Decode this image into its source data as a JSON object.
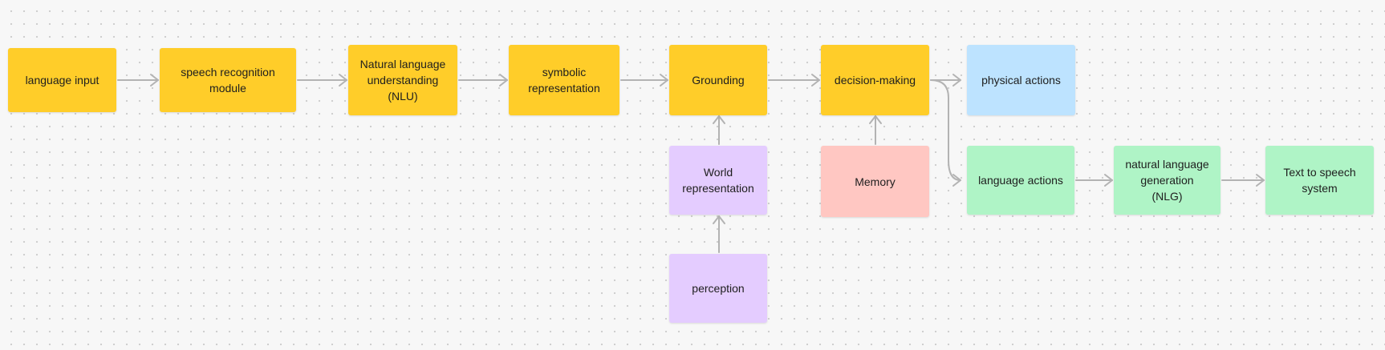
{
  "colors": {
    "yellow": "#ffcd29",
    "purple": "#e4ccff",
    "pink": "#ffc7c2",
    "blue": "#bde3ff",
    "green": "#aff4c6",
    "connector": "#b3b3b3"
  },
  "nodes": {
    "language_input": {
      "label": "language input",
      "color": "yellow"
    },
    "speech_recognition": {
      "label": "speech recognition\nmodule",
      "color": "yellow"
    },
    "nlu": {
      "label": "Natural language\nunderstanding\n(NLU)",
      "color": "yellow"
    },
    "symbolic": {
      "label": "symbolic\nrepresentation",
      "color": "yellow"
    },
    "grounding": {
      "label": "Grounding",
      "color": "yellow"
    },
    "decision": {
      "label": "decision-making",
      "color": "yellow"
    },
    "physical": {
      "label": "physical actions",
      "color": "blue"
    },
    "world": {
      "label": "World\nrepresentation",
      "color": "purple"
    },
    "perception": {
      "label": "perception",
      "color": "purple"
    },
    "memory": {
      "label": "Memory",
      "color": "pink"
    },
    "language_actions": {
      "label": "language actions",
      "color": "green"
    },
    "nlg": {
      "label": "natural language\ngeneration\n(NLG)",
      "color": "green"
    },
    "tts": {
      "label": "Text to speech\nsystem",
      "color": "green"
    }
  },
  "edges": [
    {
      "from": "language_input",
      "to": "speech_recognition"
    },
    {
      "from": "speech_recognition",
      "to": "nlu"
    },
    {
      "from": "nlu",
      "to": "symbolic"
    },
    {
      "from": "symbolic",
      "to": "grounding"
    },
    {
      "from": "grounding",
      "to": "decision"
    },
    {
      "from": "decision",
      "to": "physical"
    },
    {
      "from": "decision",
      "to": "language_actions"
    },
    {
      "from": "world",
      "to": "grounding"
    },
    {
      "from": "perception",
      "to": "world"
    },
    {
      "from": "memory",
      "to": "decision"
    },
    {
      "from": "language_actions",
      "to": "nlg"
    },
    {
      "from": "nlg",
      "to": "tts"
    }
  ]
}
